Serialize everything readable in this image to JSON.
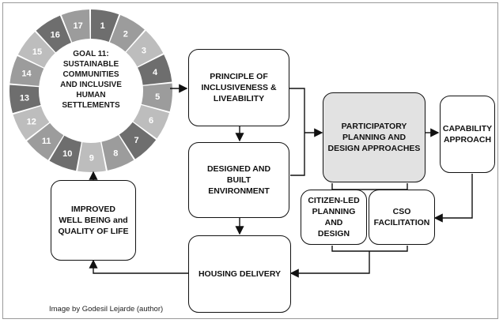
{
  "goal": {
    "label": "GOAL 11:\nSUSTAINABLE\nCOMMUNITIES\nAND INCLUSIVE\nHUMAN\nSETTLEMENTS"
  },
  "boxes": {
    "principle": "PRINCIPLE OF\nINCLUSIVENESS &\nLIVEABILITY",
    "designed": "DESIGNED AND\nBUILT\nENVIRONMENT",
    "participatory": "PARTICIPATORY\nPLANNING AND\nDESIGN APPROACHES",
    "capability": "CAPABILITY\nAPPROACH",
    "citizen": "CITIZEN-LED\nPLANNING\nAND\nDESIGN",
    "cso": "CSO\nFACILITATION",
    "improved": "IMPROVED\nWELL BEING and\nQUALITY OF LIFE",
    "housing": "HOUSING DELIVERY"
  },
  "credit": "Image by Godesil Lejarde (author)",
  "colors": {
    "wheel_dark": "#6e6e6e",
    "wheel_mid": "#9c9c9c",
    "wheel_light": "#bdbdbd",
    "box_shaded": "#e2e2e2",
    "line": "#111111"
  }
}
